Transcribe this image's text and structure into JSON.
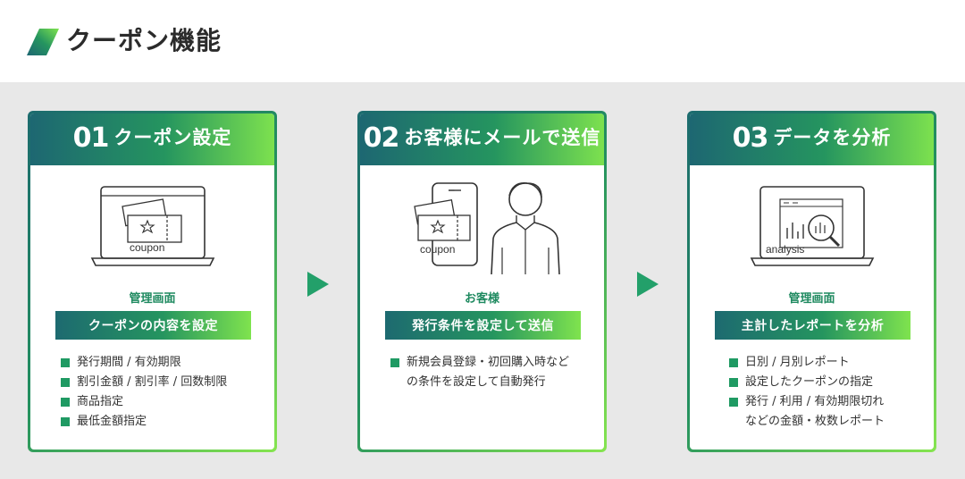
{
  "header": {
    "title": "クーポン機能"
  },
  "colors": {
    "accent_dark": "#1d6672",
    "accent_mid": "#25955f",
    "accent_light": "#7fe34e",
    "bullet": "#1f9a63",
    "background": "#e8e8e8"
  },
  "steps": [
    {
      "number": "01",
      "title": "クーポン設定",
      "illustration_text": "coupon",
      "icon": "laptop-coupon-icon",
      "sub_label": "管理画面",
      "banner": "クーポンの内容を設定",
      "bullets": [
        "発行期間 / 有効期限",
        "割引金額 / 割引率 / 回数制限",
        "商品指定",
        "最低金額指定"
      ]
    },
    {
      "number": "02",
      "title": "お客様にメールで送信",
      "illustration_text": "coupon",
      "icon": "phone-customer-icon",
      "sub_label": "お客様",
      "banner": "発行条件を設定して送信",
      "bullets": [
        "新規会員登録・初回購入時など"
      ],
      "bullets_cont": [
        "の条件を設定して自動発行"
      ]
    },
    {
      "number": "03",
      "title": "データを分析",
      "illustration_text": "analysis",
      "icon": "laptop-analysis-icon",
      "sub_label": "管理画面",
      "banner": "主計したレポートを分析",
      "bullets": [
        "日別 / 月別レポート",
        "設定したクーポンの指定",
        "発行 / 利用 / 有効期限切れ"
      ],
      "bullets_cont": [
        "などの金額・枚数レポート"
      ]
    }
  ]
}
